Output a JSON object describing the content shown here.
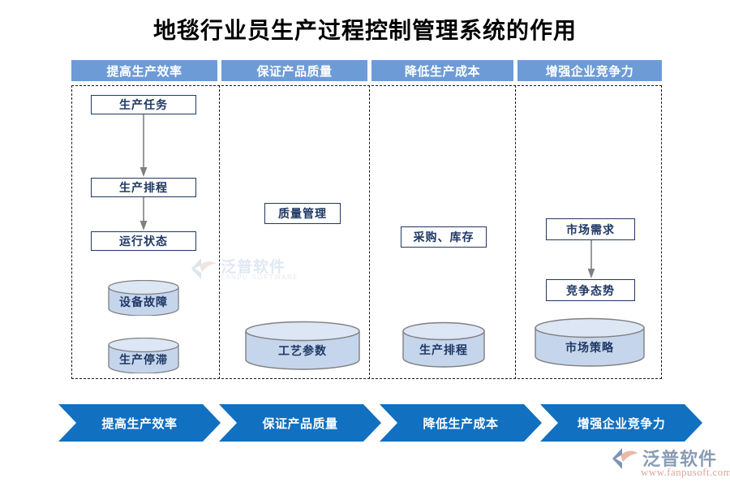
{
  "page": {
    "title": "地毯行业员生产过程控制管理系统的作用",
    "background": "#ffffff"
  },
  "colors": {
    "header_bar": "#6d9bd6",
    "chevron": "#1270c0",
    "box_border": "#1f3864",
    "box_text": "#1f3864",
    "cylinder_fill": "#c5d5ec",
    "cylinder_top": "#dce6f4",
    "cylinder_border": "#7f7f7f",
    "dashed_border": "#1a1a1a",
    "arrow": "#808080",
    "title_text": "#000000"
  },
  "columns": [
    {
      "header": "提高生产效率",
      "boxes": [
        "生产任务",
        "生产排程",
        "运行状态"
      ],
      "cylinders": [
        "设备故障",
        "生产停滞"
      ]
    },
    {
      "header": "保证产品质量",
      "boxes": [
        "质量管理"
      ],
      "cylinders": [
        "工艺参数"
      ]
    },
    {
      "header": "降低生产成本",
      "boxes": [
        "采购、库存"
      ],
      "cylinders": [
        "生产排程"
      ]
    },
    {
      "header": "增强企业竞争力",
      "boxes": [
        "市场需求",
        "竞争态势"
      ],
      "cylinders": [
        "市场策略"
      ]
    }
  ],
  "banner": {
    "items": [
      "提高生产效率",
      "保证产品质量",
      "降低生产成本",
      "增强企业竞争力"
    ]
  },
  "watermark": {
    "name": "泛普软件",
    "sub": "FANPU SOFTWARE"
  },
  "logo": {
    "name": "泛普软件",
    "url": "www.fanpusoft.com"
  }
}
